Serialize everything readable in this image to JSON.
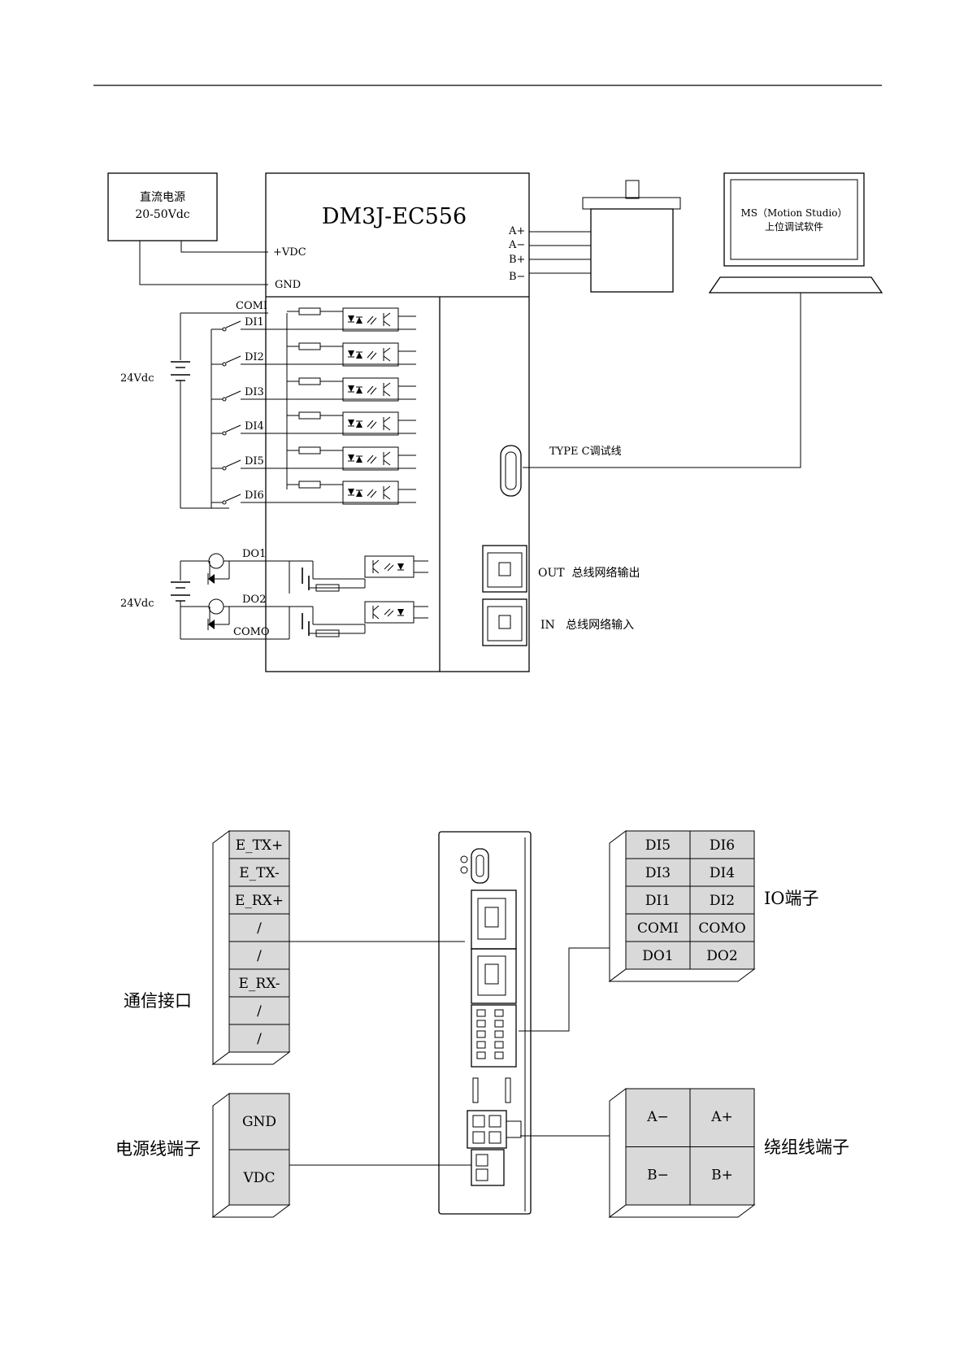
{
  "model": "DM3J-EC556",
  "power_supply": {
    "title": "直流电源",
    "range": "20-50Vdc"
  },
  "power_pins": {
    "vdc": "+VDC",
    "gnd": "GND"
  },
  "motor_pins": [
    "A+",
    "A−",
    "B+",
    "B−"
  ],
  "pc": {
    "line1": "MS（Motion Studio）",
    "line2": "上位调试软件"
  },
  "inputs": {
    "common": "COMI",
    "labels": [
      "DI1",
      "DI2",
      "DI3",
      "DI4",
      "DI5",
      "DI6"
    ],
    "supply": "24Vdc"
  },
  "outputs": {
    "labels": [
      "DO1",
      "DO2"
    ],
    "common": "COMO",
    "supply": "24Vdc"
  },
  "usb": {
    "label": "TYPE C调试线"
  },
  "ports": {
    "out": "OUT  总线网络输出",
    "in": "IN   总线网络输入"
  },
  "comm_terminal": {
    "title": "通信接口",
    "pins": [
      "E_TX+",
      "E_TX-",
      "E_RX+",
      "/",
      "/",
      "E_RX-",
      "/",
      "/"
    ]
  },
  "power_terminal": {
    "title": "电源线端子",
    "pins": [
      "GND",
      "VDC"
    ]
  },
  "io_terminal": {
    "title": "IO端子",
    "rows": [
      [
        "DI5",
        "DI6"
      ],
      [
        "DI3",
        "DI4"
      ],
      [
        "DI1",
        "DI2"
      ],
      [
        "COMI",
        "COMO"
      ],
      [
        "DO1",
        "DO2"
      ]
    ]
  },
  "winding_terminal": {
    "title": "绕组线端子",
    "rows": [
      [
        "A−",
        "A+"
      ],
      [
        "B−",
        "B+"
      ]
    ]
  }
}
